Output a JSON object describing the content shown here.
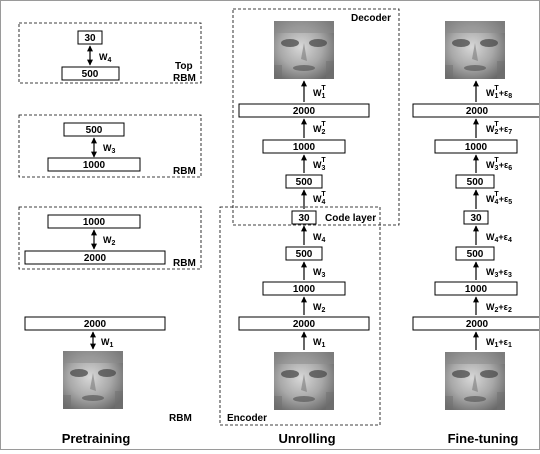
{
  "pretraining": {
    "title": "Pretraining",
    "rbm_top": {
      "upper": "30",
      "lower": "500",
      "weight": "W",
      "weight_sub": "4",
      "label_a": "Top",
      "label_b": "RBM"
    },
    "rbm3": {
      "upper": "500",
      "lower": "1000",
      "weight": "W",
      "weight_sub": "3",
      "label": "RBM"
    },
    "rbm2": {
      "upper": "1000",
      "lower": "2000",
      "weight": "W",
      "weight_sub": "2",
      "label": "RBM"
    },
    "rbm1": {
      "upper": "2000",
      "weight": "W",
      "weight_sub": "1",
      "label": "RBM"
    }
  },
  "unrolling": {
    "title": "Unrolling",
    "decoder_label": "Decoder",
    "encoder_label": "Encoder",
    "code_layer_label": "Code layer",
    "layers": {
      "d2000": "2000",
      "d1000": "1000",
      "d500": "500",
      "code": "30",
      "e500": "500",
      "e1000": "1000",
      "e2000": "2000"
    },
    "weights": {
      "w1t": {
        "base": "W",
        "sub": "1",
        "sup": "T"
      },
      "w2t": {
        "base": "W",
        "sub": "2",
        "sup": "T"
      },
      "w3t": {
        "base": "W",
        "sub": "3",
        "sup": "T"
      },
      "w4t": {
        "base": "W",
        "sub": "4",
        "sup": "T"
      },
      "w4": {
        "base": "W",
        "sub": "4"
      },
      "w3": {
        "base": "W",
        "sub": "3"
      },
      "w2": {
        "base": "W",
        "sub": "2"
      },
      "w1": {
        "base": "W",
        "sub": "1"
      }
    }
  },
  "finetuning": {
    "title": "Fine-tuning",
    "layers": {
      "d2000": "2000",
      "d1000": "1000",
      "d500": "500",
      "code": "30",
      "e500": "500",
      "e1000": "1000",
      "e2000": "2000"
    },
    "weights": {
      "w1t": {
        "base": "W",
        "sub": "1",
        "sup": "T",
        "eps": "+ε",
        "eps_sub": "8"
      },
      "w2t": {
        "base": "W",
        "sub": "2",
        "sup": "T",
        "eps": "+ε",
        "eps_sub": "7"
      },
      "w3t": {
        "base": "W",
        "sub": "3",
        "sup": "T",
        "eps": "+ε",
        "eps_sub": "6"
      },
      "w4t": {
        "base": "W",
        "sub": "4",
        "sup": "T",
        "eps": "+ε",
        "eps_sub": "5"
      },
      "w4": {
        "base": "W",
        "sub": "4",
        "eps": "+ε",
        "eps_sub": "4"
      },
      "w3": {
        "base": "W",
        "sub": "3",
        "eps": "+ε",
        "eps_sub": "3"
      },
      "w2": {
        "base": "W",
        "sub": "2",
        "eps": "+ε",
        "eps_sub": "2"
      },
      "w1": {
        "base": "W",
        "sub": "1",
        "eps": "+ε",
        "eps_sub": "1"
      }
    }
  },
  "colors": {
    "line": "#000000",
    "frame": "#9a9a9a",
    "face_dark": "#555555",
    "face_light": "#cfcfcf"
  }
}
